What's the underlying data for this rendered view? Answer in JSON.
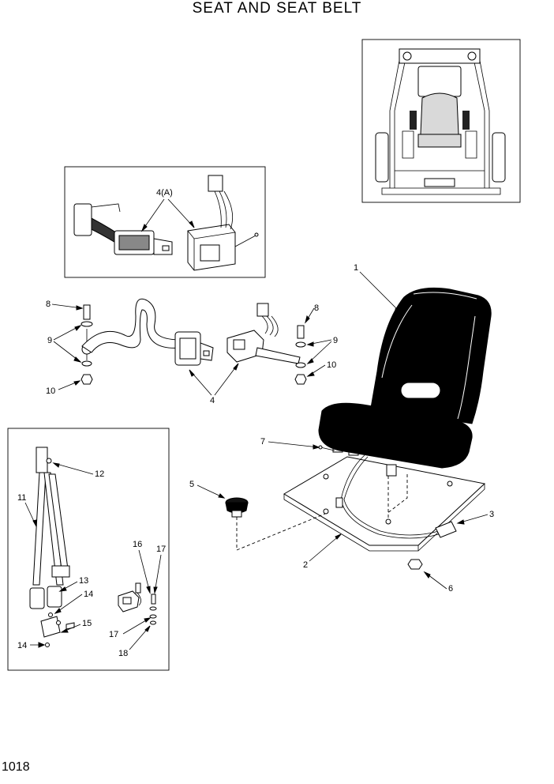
{
  "title": "SEAT AND SEAT BELT",
  "page_number": "1018",
  "callouts": {
    "c1": "1",
    "c2": "2",
    "c3": "3",
    "c4": "4",
    "c4a": "4(A)",
    "c5": "5",
    "c6": "6",
    "c7": "7",
    "c8l": "8",
    "c8r": "8",
    "c9l": "9",
    "c9r": "9",
    "c10l": "10",
    "c10r": "10",
    "c11": "11",
    "c12": "12",
    "c13": "13",
    "c14a": "14",
    "c14b": "14",
    "c15": "15",
    "c16": "16",
    "c17a": "17",
    "c17b": "17",
    "c18": "18"
  }
}
